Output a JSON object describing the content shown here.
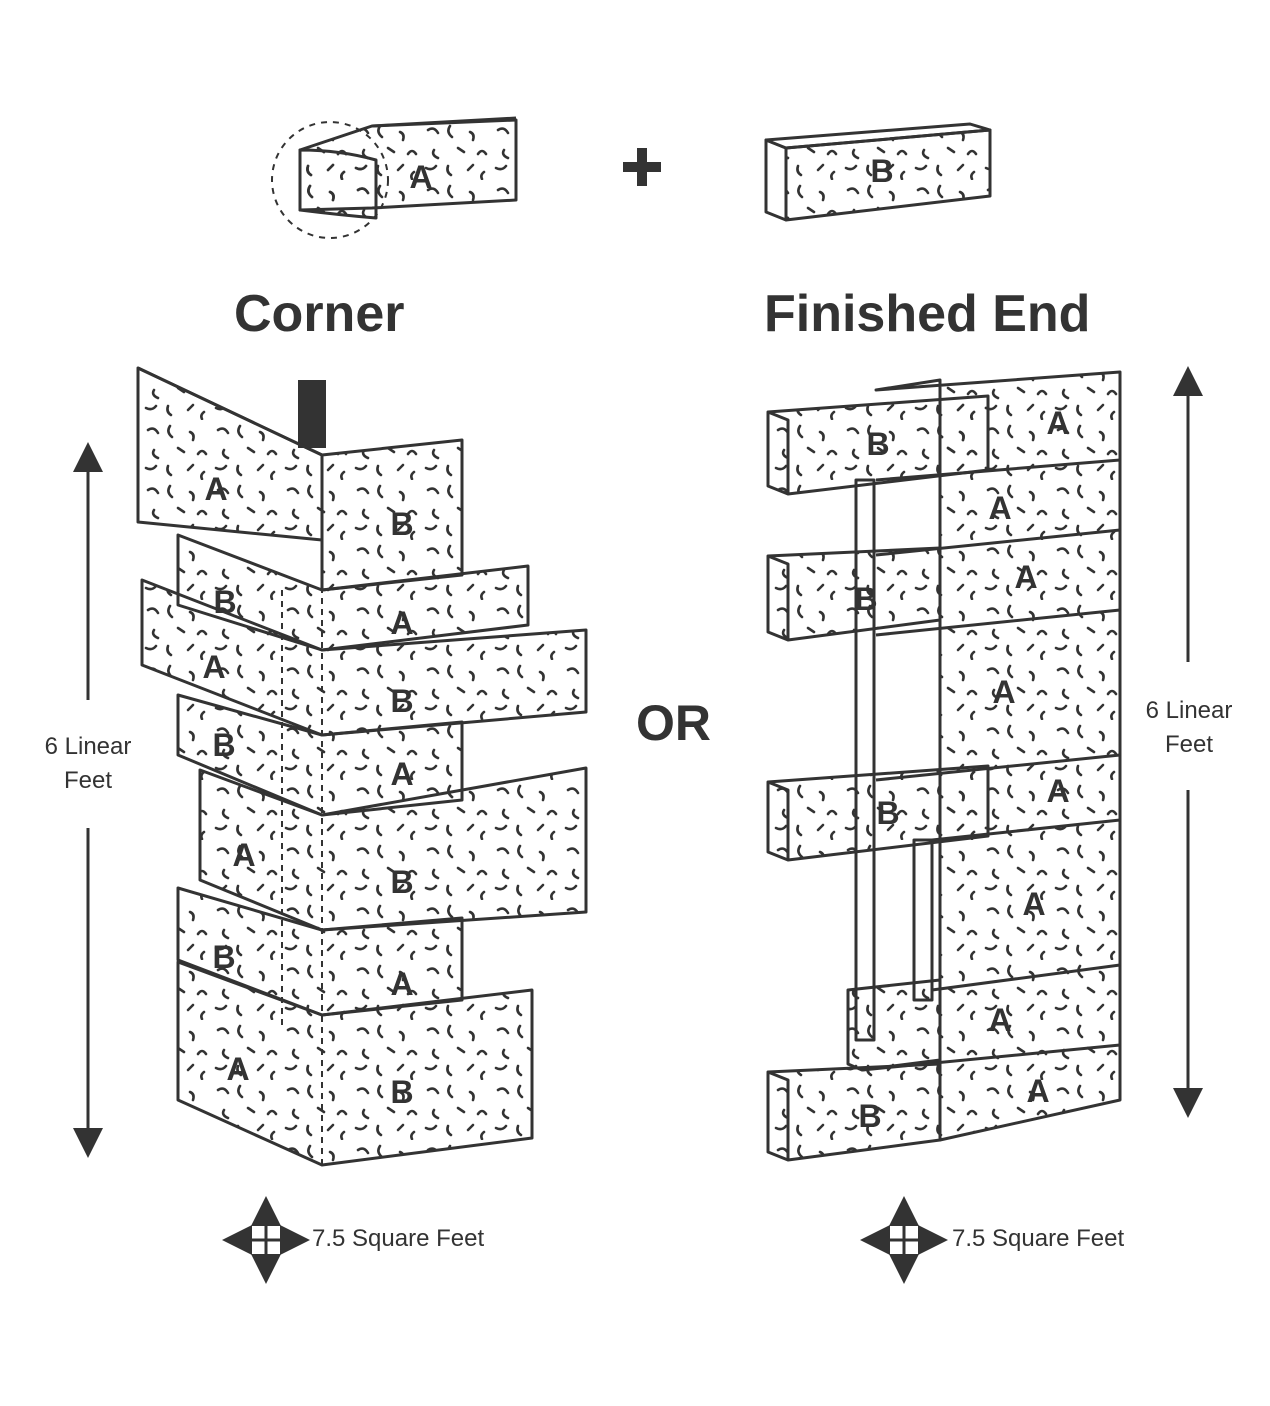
{
  "diagram": {
    "stone_a_label": "A",
    "stone_b_label": "B",
    "plus_sign": "+",
    "or_label": "OR",
    "corner": {
      "title": "Corner",
      "height_label_line1": "6 Linear",
      "height_label_line2": "Feet",
      "area_label": "7.5 Square Feet"
    },
    "finished_end": {
      "title": "Finished End",
      "height_label_line1": "6 Linear",
      "height_label_line2": "Feet",
      "area_label": "7.5 Square Feet"
    }
  },
  "colors": {
    "ink": "#333333",
    "panel_fill": "#ffffff",
    "post": "#333333"
  }
}
